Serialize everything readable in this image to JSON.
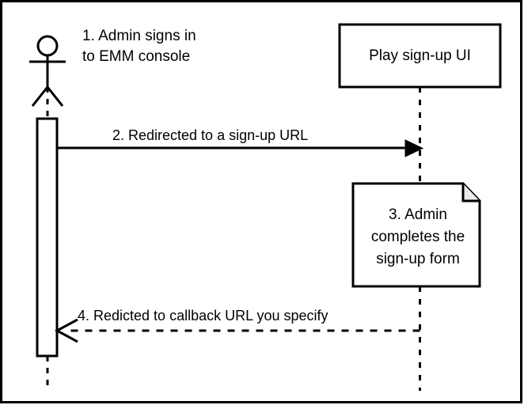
{
  "diagram": {
    "type": "uml-sequence-diagram",
    "colors": {
      "stroke": "#000000",
      "background": "#ffffff",
      "note_fill": "#ffffff",
      "note_fold_fill": "#ececec",
      "text": "#000000"
    },
    "border": {
      "visible": true,
      "color": "#000000"
    },
    "actor": {
      "name": "admin-actor",
      "shape": "stick-figure",
      "caption_line_1": "1. Admin signs in",
      "caption_line_2": "to EMM console"
    },
    "participant_box": {
      "label": "Play sign-up UI"
    },
    "messages": [
      {
        "id": "message-2",
        "label": "2. Redirected to a sign-up URL",
        "direction": "left-to-right",
        "line_style": "solid",
        "arrow_style": "filled"
      },
      {
        "id": "message-4",
        "label": "4. Redicted to callback URL you specify",
        "direction": "right-to-left",
        "line_style": "dashed",
        "arrow_style": "open"
      }
    ],
    "note": {
      "id": "note-3",
      "lines": [
        "3. Admin",
        "completes the",
        "sign-up form"
      ],
      "has_folded_corner": true
    }
  }
}
